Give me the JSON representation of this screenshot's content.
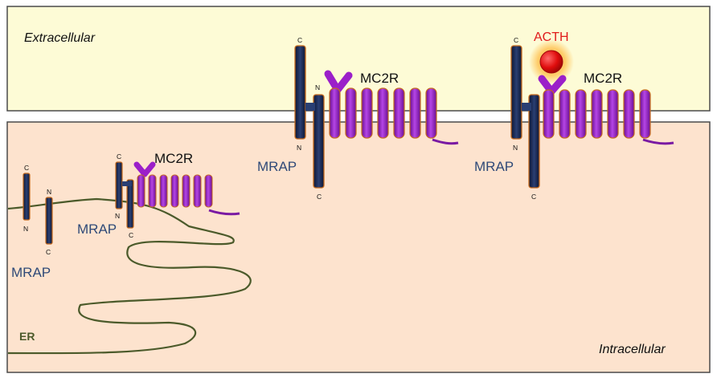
{
  "regions": {
    "extracellular": "Extracellular",
    "intracellular": "Intracellular",
    "er": "ER"
  },
  "labels": {
    "mrap": "MRAP",
    "mc2r": "MC2R",
    "acth": "ACTH",
    "n": "N",
    "c": "C"
  },
  "colors": {
    "extracellular_fill": "#fdfbd6",
    "intracellular_fill": "#fde3ce",
    "er_line": "#4b5a2a",
    "mrap_fill": "#1c2c54",
    "mrap_border": "#c46a1e",
    "mc2r_fill": "#9b1fc9",
    "mc2r_border": "#c46a1e",
    "acth_fill": "#e00d0d"
  }
}
